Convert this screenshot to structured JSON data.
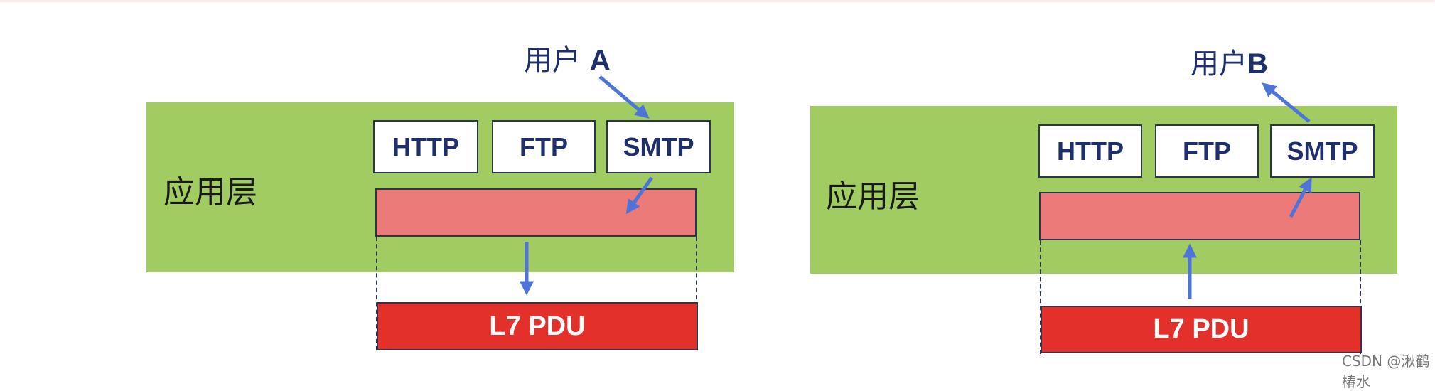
{
  "left": {
    "layer": "应用层",
    "user": "用户",
    "user_id": "A",
    "protocols": [
      "HTTP",
      "FTP",
      "SMTP"
    ],
    "pdu": "L7 PDU"
  },
  "right": {
    "layer": "应用层",
    "user": "用户",
    "user_id": "B",
    "protocols": [
      "HTTP",
      "FTP",
      "SMTP"
    ],
    "pdu": "L7 PDU"
  },
  "watermark": "CSDN @湫鹤椿水",
  "colors": {
    "layer": "#a0cc62",
    "header": "#ec7a78",
    "pdu": "#e4302a",
    "arrow": "#4f74d9",
    "text": "#1f2f6b"
  }
}
